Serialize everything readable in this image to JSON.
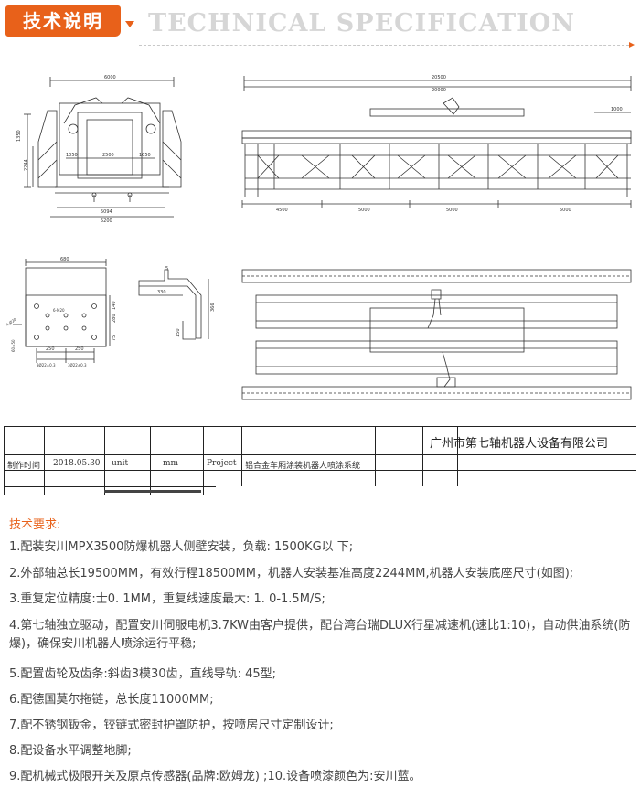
{
  "header": {
    "badge_label": "技术说明",
    "title_en": "TECHNICAL SPECIFICATION"
  },
  "drawing": {
    "front_view": {
      "dim_total_width": "6000",
      "dim_bottom_1": "5094",
      "dim_bottom_2": "5200",
      "dim_inner_1": "2500",
      "dim_left_1": "1050",
      "dim_right_1": "1050",
      "dim_height_1": "1350",
      "dim_height_2": "2244"
    },
    "side_view": {
      "dim_total_1": "20500",
      "dim_total_2": "20000",
      "dim_right": "1000",
      "dim_seg_1": "4500",
      "dim_seg_2": "5000",
      "dim_seg_3": "5000",
      "dim_seg_4": "5000"
    },
    "base_plate": {
      "dim_width": "680",
      "dim_bottom_1": "250",
      "dim_bottom_2": "250",
      "dim_holes_1": "3Ø22±0.3",
      "dim_holes_2": "3Ø22±0.3",
      "dim_hole_label": "4-Ø20",
      "dim_hole_inner": "6-M20",
      "dim_right_1": "280",
      "dim_right_2": "140",
      "dim_right_3": "75",
      "dim_left": "60±50"
    },
    "bracket": {
      "dim_top": "5",
      "dim_mid": "330",
      "dim_right": "366",
      "dim_bottom": "150"
    }
  },
  "title_block": {
    "company": "广州市第七轴机器人设备有限公司",
    "date_label": "制作时间",
    "date_value": "2018.05.30",
    "unit_label": "unit",
    "unit_value": "mm",
    "project_label": "Project",
    "project_value": "铝合金车厢涂装机器人喷涂系统"
  },
  "requirements": {
    "title": "技术要求:",
    "items": [
      "1.配装安川MPX3500防爆机器人侧壁安装，负载: 1500KG以 下;",
      "2.外部轴总长19500MM，有效行程18500MM，机器人安装基准高度2244MM,机器人安装底座尺寸(如图);",
      "3.重复定位精度:士0. 1MM，重复线速度最大: 1. 0-1.5M/S;",
      "4.第七轴独立驱动，配置安川伺服电机3.7KW由客户提供，配台湾台瑞DLUX行星减速机(速比1:10)，自动供油系统(防爆)，确保安川机器人喷涂运行平稳;",
      "5.配置齿轮及齿条:斜齿3模30齿，直线导轨: 45型;",
      "6.配德国莫尔拖链，总长度11000MM;",
      "7.配不锈钢钣金，铰链式密封护罩防护，按喷房尺寸定制设计;",
      "8.配设备水平调整地脚;",
      "9.配机械式极限开关及原点传感器(品牌:欧姆龙) ;10.设备喷漆颜色为:安川蓝。"
    ]
  }
}
